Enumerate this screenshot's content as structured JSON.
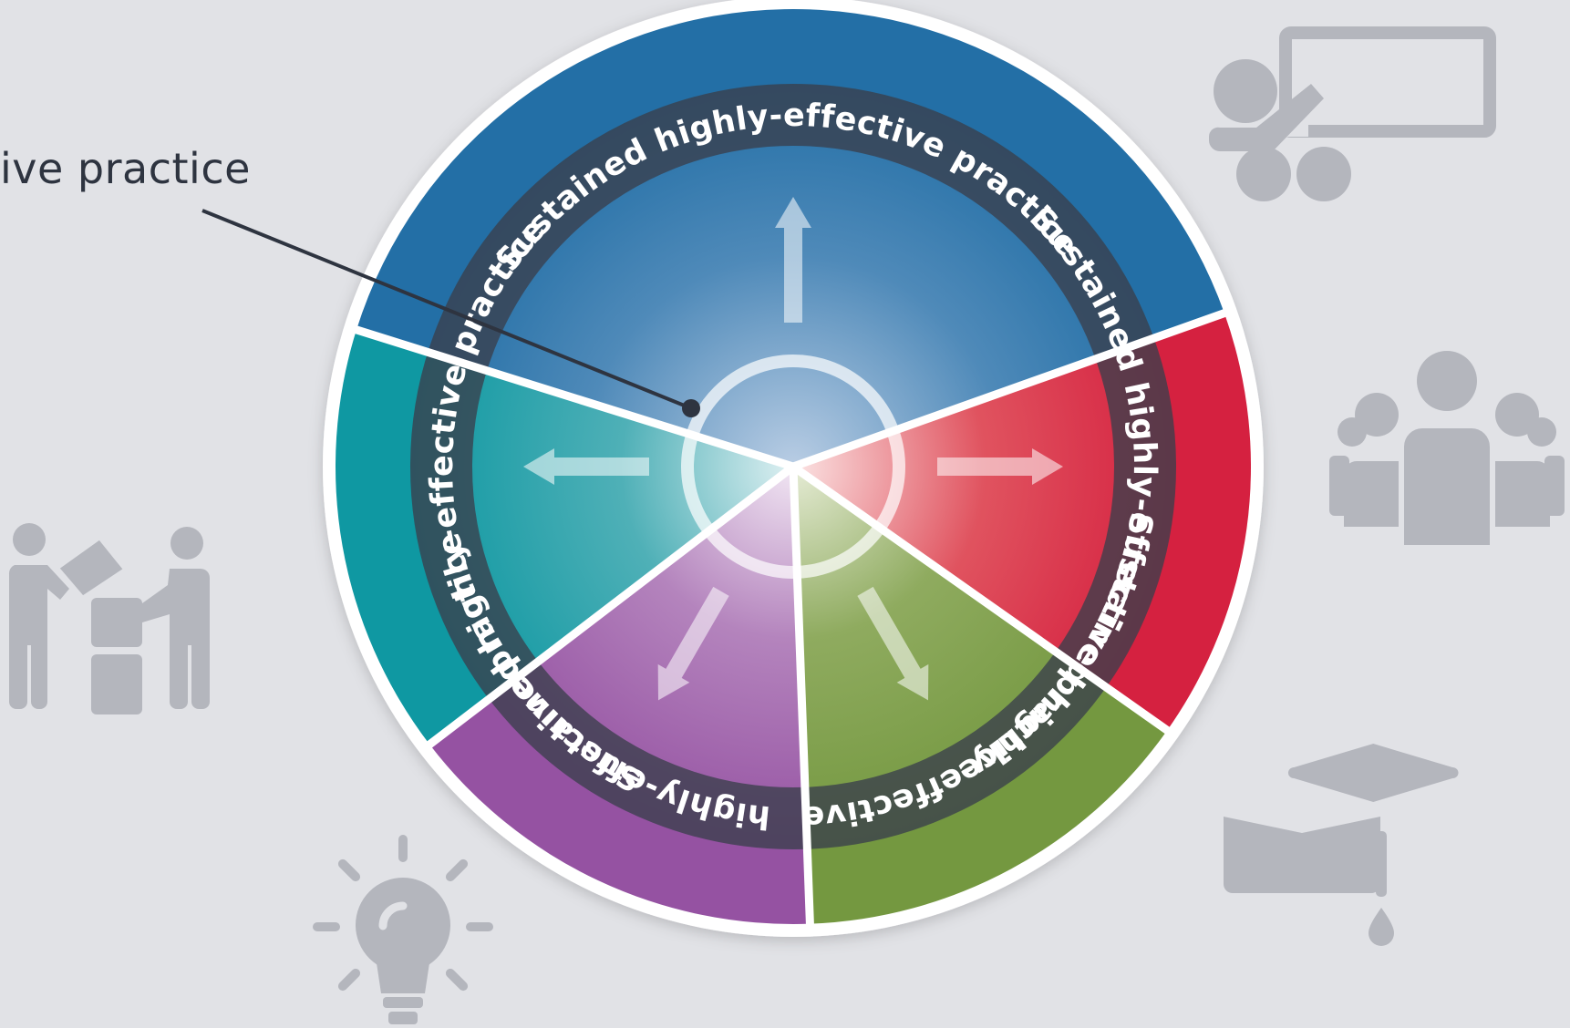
{
  "callout": {
    "label": "ive practice"
  },
  "colors": {
    "background": "#e1e2e6",
    "icon_grey": "#b4b6bd",
    "ring_dark": "#3a3f4c",
    "segment_blue": "#2a78ab",
    "segment_red": "#d8223f",
    "segment_green": "#799b45",
    "segment_purple": "#9b5aa4",
    "segment_teal": "#139aa4"
  },
  "wheel": {
    "segments": [
      {
        "name": "blue",
        "ring_label": "Sustained highly-effective practice",
        "arrow_direction": "up"
      },
      {
        "name": "red",
        "ring_label": "Sustained highly-effective practice",
        "arrow_direction": "right"
      },
      {
        "name": "green",
        "ring_label": "Sustained highly-effective practice",
        "arrow_direction": "down-right"
      },
      {
        "name": "purple",
        "ring_label": "Sustained highly-effective practice",
        "arrow_direction": "down-left"
      },
      {
        "name": "teal",
        "ring_label": "Sustained highly-effective practice",
        "arrow_direction": "left"
      }
    ]
  },
  "icons": [
    "presenter-icon",
    "group-icon",
    "graduation-cap-icon",
    "lightbulb-icon",
    "people-exchange-icon"
  ]
}
